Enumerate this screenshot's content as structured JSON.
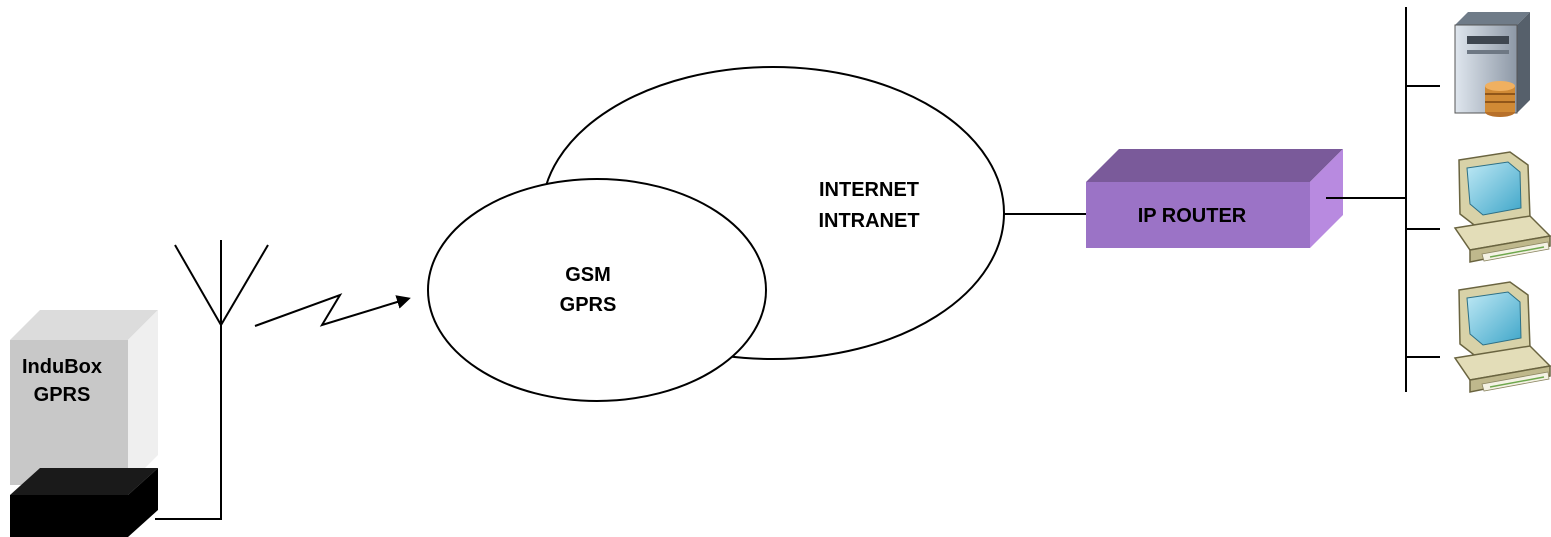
{
  "labels": {
    "indubox_line1": "InduBox",
    "indubox_line2": "GPRS",
    "gsm_line1": "GSM",
    "gsm_line2": "GPRS",
    "internet_line1": "INTERNET",
    "internet_line2": "INTRANET",
    "router": "IP ROUTER"
  },
  "icons": {
    "device": "indubox-device-icon",
    "antenna": "antenna-icon",
    "link": "wireless-link-icon",
    "router": "ip-router-icon",
    "server": "database-server-icon",
    "workstation": "desktop-computer-icon"
  },
  "colors": {
    "router_front": "#9b73c6",
    "router_top": "#7a5a9a",
    "router_side": "#b88ae0",
    "device_body": "#c8c8c8",
    "device_base": "#000000"
  }
}
